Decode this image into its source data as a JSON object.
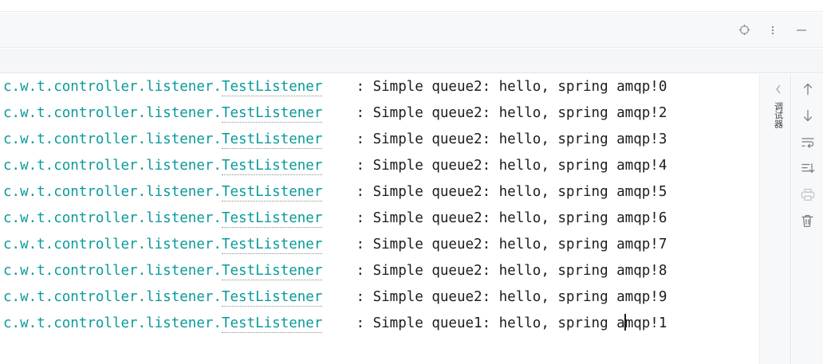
{
  "window": {
    "toolbar": {
      "actions": [
        {
          "name": "locate-in-tree-icon",
          "label": "Locate"
        },
        {
          "name": "more-options-icon",
          "label": "More Options"
        },
        {
          "name": "minimize-icon",
          "label": "Hide"
        }
      ]
    }
  },
  "console": {
    "lines": [
      {
        "logger": "c.w.t.controller.listener.",
        "link": "TestListener",
        "gap": "    ",
        "message": ": Simple queue2: hello, spring amqp!0"
      },
      {
        "logger": "c.w.t.controller.listener.",
        "link": "TestListener",
        "gap": "    ",
        "message": ": Simple queue2: hello, spring amqp!2"
      },
      {
        "logger": "c.w.t.controller.listener.",
        "link": "TestListener",
        "gap": "    ",
        "message": ": Simple queue2: hello, spring amqp!3"
      },
      {
        "logger": "c.w.t.controller.listener.",
        "link": "TestListener",
        "gap": "    ",
        "message": ": Simple queue2: hello, spring amqp!4"
      },
      {
        "logger": "c.w.t.controller.listener.",
        "link": "TestListener",
        "gap": "    ",
        "message": ": Simple queue2: hello, spring amqp!5"
      },
      {
        "logger": "c.w.t.controller.listener.",
        "link": "TestListener",
        "gap": "    ",
        "message": ": Simple queue2: hello, spring amqp!6"
      },
      {
        "logger": "c.w.t.controller.listener.",
        "link": "TestListener",
        "gap": "    ",
        "message": ": Simple queue2: hello, spring amqp!7"
      },
      {
        "logger": "c.w.t.controller.listener.",
        "link": "TestListener",
        "gap": "    ",
        "message": ": Simple queue2: hello, spring amqp!8"
      },
      {
        "logger": "c.w.t.controller.listener.",
        "link": "TestListener",
        "gap": "    ",
        "message": ": Simple queue2: hello, spring amqp!9"
      },
      {
        "logger": "c.w.t.controller.listener.",
        "link": "TestListener",
        "gap": "    ",
        "message_before_caret": ": Simple queue1: hello, spring a",
        "message_after_caret": "mqp!1",
        "caret": true
      }
    ]
  },
  "right_rail": {
    "collapse_label": "‹",
    "vertical_tab_label": "调试器",
    "icons": [
      {
        "name": "scroll-up-icon",
        "label": "Up"
      },
      {
        "name": "scroll-down-icon",
        "label": "Down"
      },
      {
        "name": "soft-wrap-icon",
        "label": "Soft-Wrap"
      },
      {
        "name": "scroll-to-end-icon",
        "label": "Scroll to End"
      },
      {
        "name": "print-icon",
        "label": "Print",
        "disabled": true
      },
      {
        "name": "trash-icon",
        "label": "Clear All"
      }
    ]
  },
  "colors": {
    "logger_teal": "#0b9a9a",
    "message_black": "#1c1c1c",
    "chrome_bg": "#f7f8fa",
    "console_bg": "#ffffff"
  }
}
